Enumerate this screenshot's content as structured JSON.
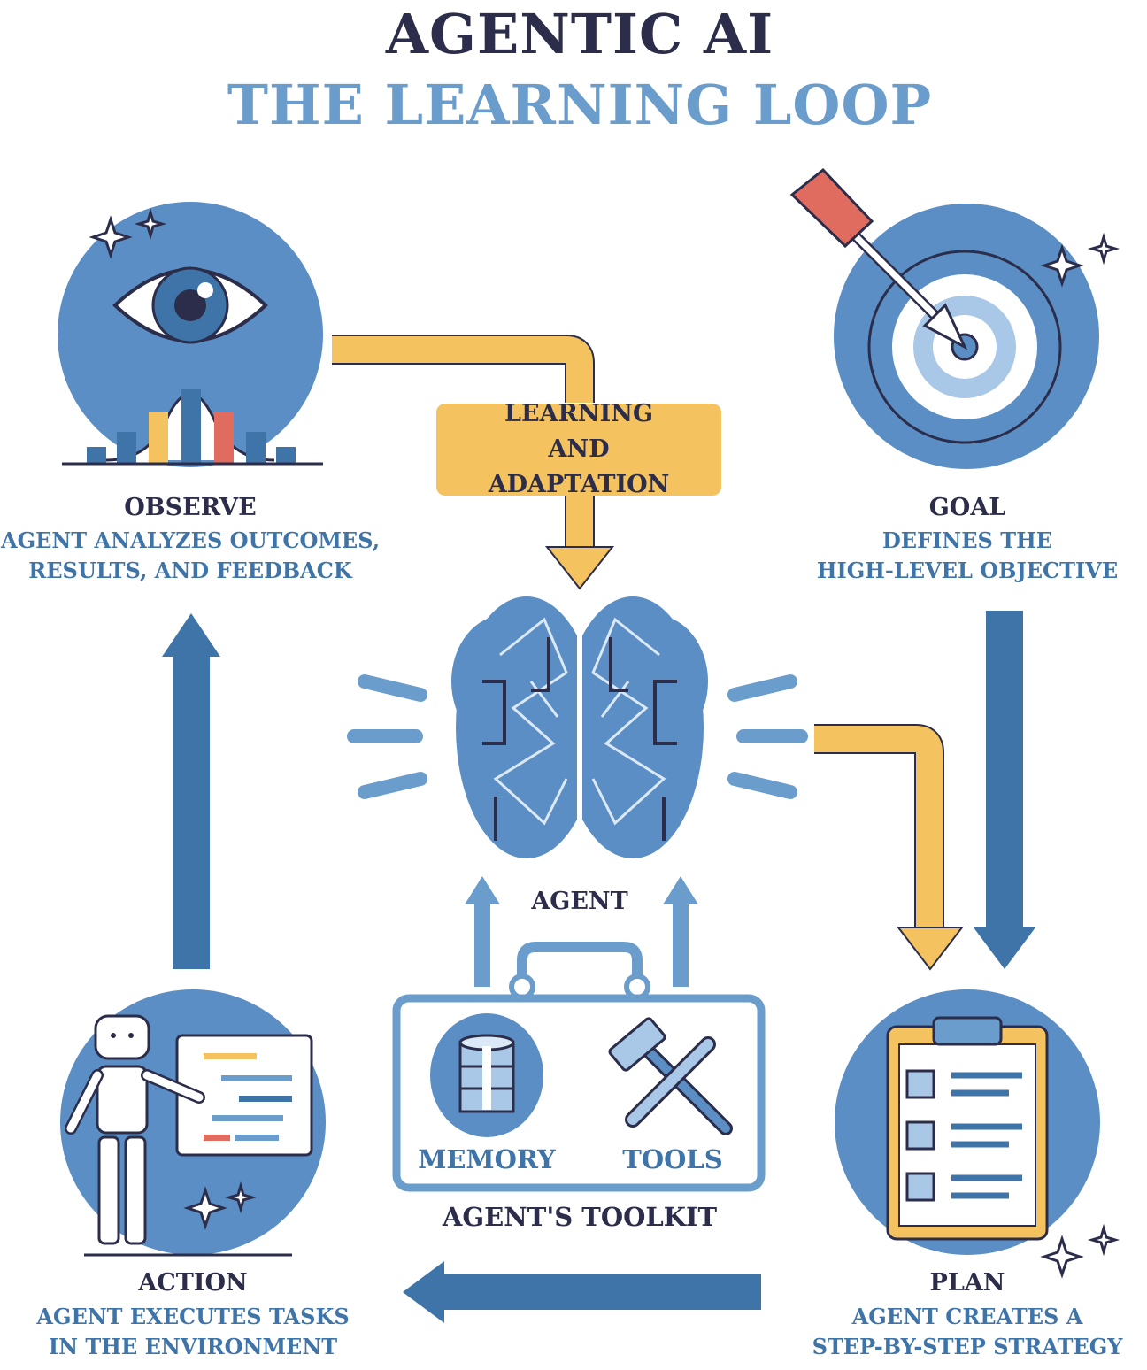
{
  "title": {
    "line1": "AGENTIC AI",
    "line2": "THE LEARNING LOOP"
  },
  "learning": {
    "label": "LEARNING AND ADAPTATION"
  },
  "observe": {
    "heading": "OBSERVE",
    "line1": "AGENT ANALYZES OUTCOMES,",
    "line2": "RESULTS, AND FEEDBACK",
    "icon": "eye-chart-icon"
  },
  "goal": {
    "heading": "GOAL",
    "line1": "DEFINES THE",
    "line2": "HIGH-LEVEL OBJECTIVE",
    "icon": "target-arrow-icon"
  },
  "agent": {
    "label": "AGENT",
    "icon": "brain-network-icon"
  },
  "toolkit": {
    "memory": "MEMORY",
    "tools": "TOOLS",
    "label": "AGENT'S TOOLKIT"
  },
  "action": {
    "heading": "ACTION",
    "line1": "AGENT EXECUTES TASKS",
    "line2": "IN THE ENVIRONMENT",
    "icon": "robot-icon"
  },
  "plan": {
    "heading": "PLAN",
    "line1": "AGENT CREATES A",
    "line2": "STEP-BY-STEP STRATEGY",
    "icon": "clipboard-checklist-icon"
  },
  "colors": {
    "navy": "#2b2d4a",
    "blue": "#5b8ec4",
    "dark_blue": "#3f74a8",
    "light_blue": "#6a9dcb",
    "yellow": "#f4c25f",
    "red": "#e06c5f"
  }
}
